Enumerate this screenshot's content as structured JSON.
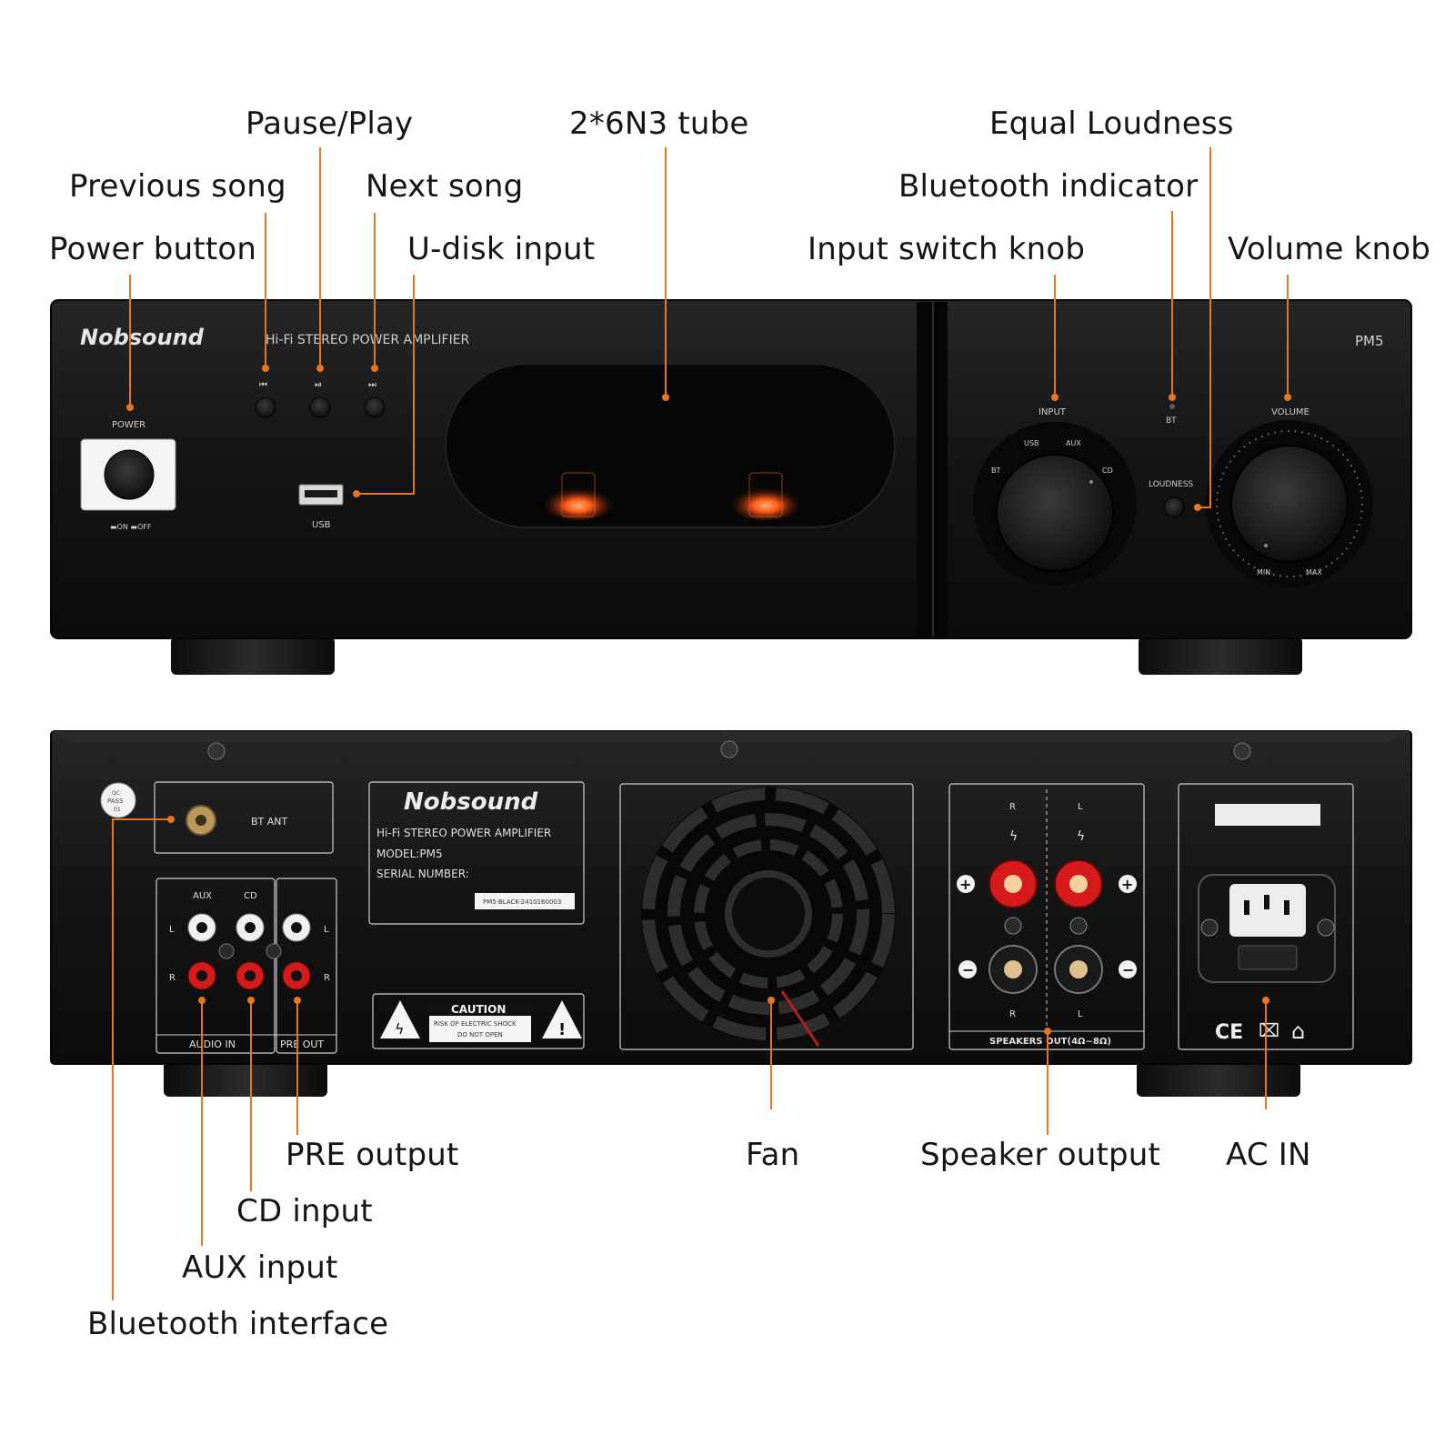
{
  "callouts": {
    "pause_play": "Pause/Play",
    "tube": "2*6N3 tube",
    "equal_loudness": "Equal Loudness",
    "previous_song": "Previous song",
    "next_song": "Next song",
    "bluetooth_indicator": "Bluetooth indicator",
    "power_button": "Power button",
    "u_disk_input": "U-disk input",
    "input_switch_knob": "Input switch knob",
    "volume_knob": "Volume knob",
    "pre_output": "PRE output",
    "fan": "Fan",
    "speaker_output": "Speaker output",
    "ac_in": "AC IN",
    "cd_input": "CD input",
    "aux_input": "AUX input",
    "bluetooth_interface": "Bluetooth interface"
  },
  "front_panel": {
    "brand": "Nobsound",
    "subtitle": "Hi-Fi STEREO POWER AMPLIFIER",
    "model": "PM5",
    "power_label": "POWER",
    "power_switch_label": "▬ON ▬OFF",
    "usb_label": "USB",
    "input_label": "INPUT",
    "input_positions": [
      "BT",
      "USB",
      "AUX",
      "CD"
    ],
    "bt_label": "BT",
    "loudness_label": "LOUDNESS",
    "volume_label": "VOLUME",
    "volume_min": "MIN",
    "volume_max": "MAX"
  },
  "rear_panel": {
    "qc_label": [
      "QC",
      "PASS",
      "01"
    ],
    "bt_ant_label": "BT ANT",
    "nameplate_brand": "Nobsound",
    "nameplate_title": "Hi-Fi STEREO POWER AMPLIFIER",
    "nameplate_model": "MODEL:PM5",
    "nameplate_serial_label": "SERIAL NUMBER:",
    "nameplate_serial": "PM5-BLACK-2410160003",
    "aux_label": "AUX",
    "cd_label": "CD",
    "left_label": "L",
    "right_label": "R",
    "audio_in_label": "AUDIO IN",
    "pre_out_label": "PRE OUT",
    "caution_title": "CAUTION",
    "caution_line1": "RISK OF ELECTRIC SHOCK",
    "caution_line2": "DO NOT OPEN",
    "speakers_label": "SPEAKERS OUT(4Ω~8Ω)",
    "ce_mark": "CE"
  },
  "colors": {
    "leader": "#e8761e",
    "chassis": "#141414",
    "tube_glow": "#ff5a1a",
    "binding_post_red": "#d41a1a"
  }
}
